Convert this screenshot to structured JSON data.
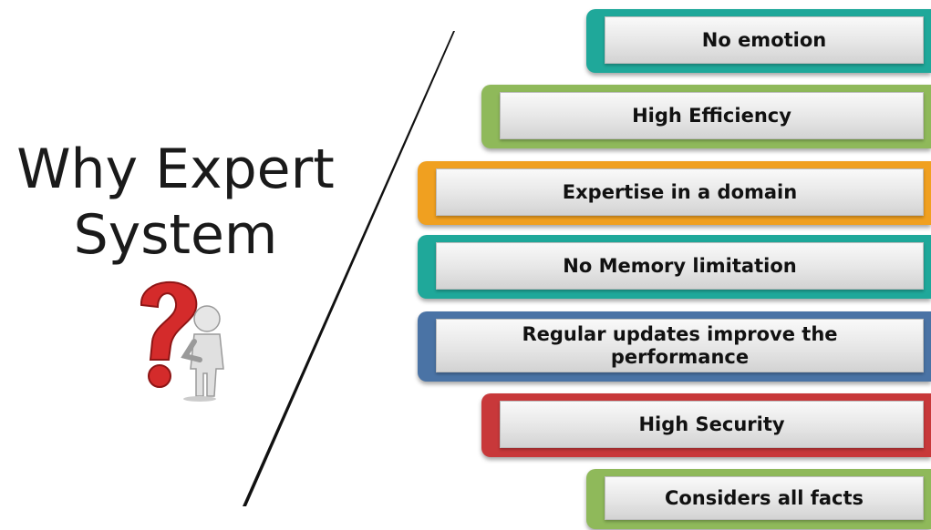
{
  "title": {
    "line1": "Why Expert",
    "line2": "System"
  },
  "items": [
    {
      "label": "No emotion",
      "color": "#1fa89a"
    },
    {
      "label": "High Efficiency",
      "color": "#8fb95a"
    },
    {
      "label": "Expertise in a domain",
      "color": "#f0a020"
    },
    {
      "label": "No Memory limitation",
      "color": "#1fa89a"
    },
    {
      "label": "Regular updates improve the performance",
      "color": "#4a73a5"
    },
    {
      "label": "High Security",
      "color": "#c8383a"
    },
    {
      "label": "Considers all facts",
      "color": "#8fb95a"
    }
  ]
}
